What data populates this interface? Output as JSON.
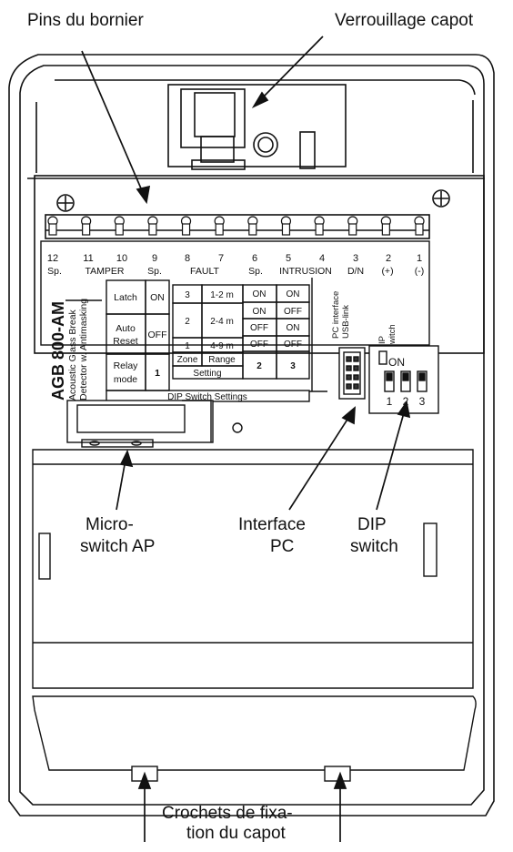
{
  "callouts": {
    "terminal_pins": "Pins du bornier",
    "cover_lock": "Verrouillage capot",
    "microswitch_line1": "Micro-",
    "microswitch_line2": "switch AP",
    "pc_interface_line1": "Interface",
    "pc_interface_line2": "PC",
    "dip_line1": "DIP",
    "dip_line2": "switch",
    "hooks_line1": "Crochets de fixa-",
    "hooks_line2": "tion du capot"
  },
  "terminals": {
    "numbers": [
      "12",
      "11",
      "10",
      "9",
      "8",
      "7",
      "6",
      "5",
      "4",
      "3",
      "2",
      "1"
    ],
    "groups": [
      "Sp.",
      "TAMPER",
      "Sp.",
      "FAULT",
      "Sp.",
      "INTRUSION",
      "D/N",
      "(+)",
      "(-)"
    ]
  },
  "label": {
    "model": "AGB 800-AM",
    "desc_line1": "Acoustic Glass Break",
    "desc_line2": "Detector w. Antimasking"
  },
  "mode_table": {
    "rows": [
      {
        "name": "Latch",
        "value": "ON"
      },
      {
        "name_line1": "Auto",
        "name_line2": "Reset",
        "value": "OFF"
      },
      {
        "name_line1": "Relay",
        "name_line2": "mode",
        "value": "1"
      }
    ]
  },
  "range_table": {
    "zones": [
      "3",
      "2",
      "1"
    ],
    "ranges": [
      "1-2 m",
      "2-4 m",
      "4-9 m"
    ],
    "sw2": [
      "ON",
      "ON",
      "OFF",
      "OFF"
    ],
    "sw3": [
      "ON",
      "OFF",
      "ON",
      "OFF"
    ],
    "header_zone": "Zone",
    "header_range": "Range",
    "footer_setting": "Setting",
    "footer_sw2": "2",
    "footer_sw3": "3"
  },
  "dip_settings_title": "DIP Switch Settings",
  "pc_interface_label_line1": "PC interface",
  "pc_interface_label_line2": "USB-link",
  "dip_switch": {
    "side_label_line1": "IP",
    "side_label_line2": "witch",
    "on_label": "ON",
    "numbers": [
      "1",
      "2",
      "3"
    ]
  }
}
